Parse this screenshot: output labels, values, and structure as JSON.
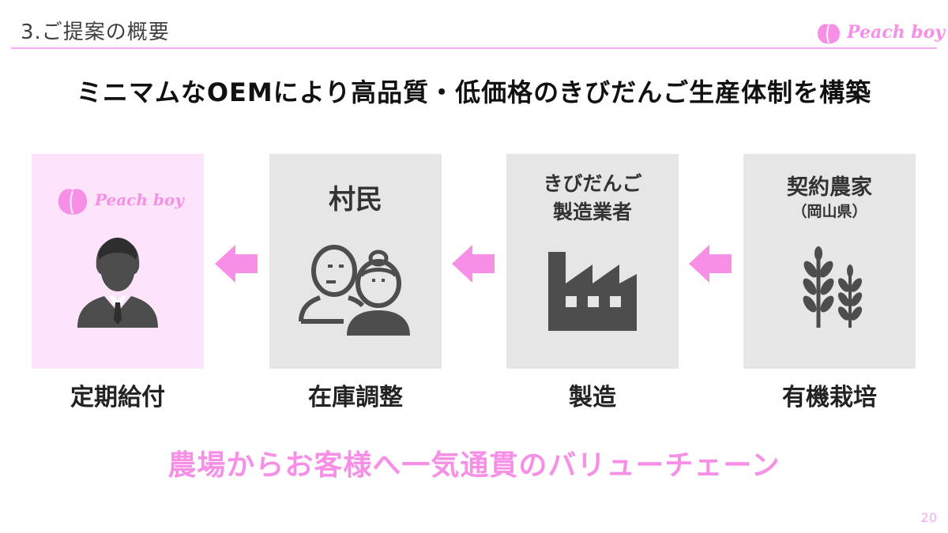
{
  "header": {
    "heading": "3.ご提案の概要",
    "logo_text": "Peach boy"
  },
  "main_title": "ミニマムなOEMにより高品質・低価格のきびだんご生産体制を構築",
  "flow": [
    {
      "id": "customer",
      "title": "",
      "caption": "定期給付",
      "logo_text": "Peach boy",
      "icon": "businessman-icon"
    },
    {
      "id": "villagers",
      "title": "村民",
      "caption": "在庫調整",
      "icon": "elderly-couple-icon"
    },
    {
      "id": "manufacturer",
      "title_line1": "きびだんご",
      "title_line2": "製造業者",
      "caption": "製造",
      "icon": "factory-icon"
    },
    {
      "id": "farm",
      "title": "契約農家",
      "subtitle": "（岡山県）",
      "caption": "有機栽培",
      "icon": "wheat-icon"
    }
  ],
  "tagline": "農場からお客様へ一気通貫のバリューチェーン",
  "page_number": "20",
  "colors": {
    "accent_pink": "#f78fe6",
    "customer_card_bg": "#fde4fb",
    "card_bg": "#e6e6e6",
    "icon_gray": "#4d4d4d"
  }
}
